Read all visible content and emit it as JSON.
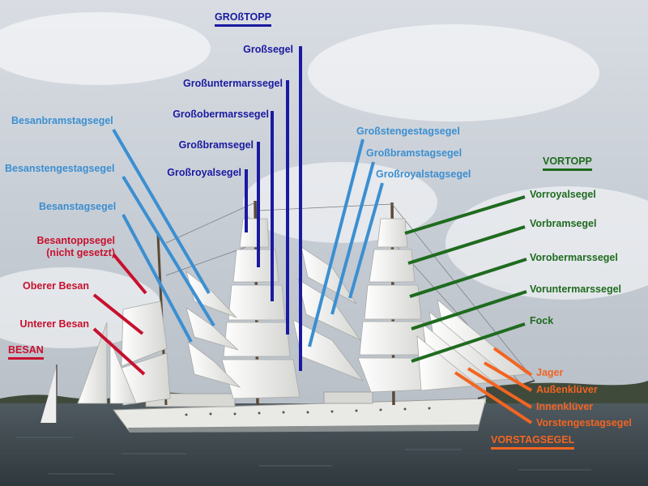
{
  "colors": {
    "grosstopp": "#1a1aa0",
    "besan_light": "#3b8fd1",
    "besan_red": "#c8102e",
    "vortopp": "#1f6b1f",
    "vorstag": "#f26522"
  },
  "headers": {
    "grosstopp": "GROßTOPP",
    "vortopp": "VORTOPP",
    "besan": "BESAN",
    "vorstagsegel": "VORSTAGSEGEL"
  },
  "labels": {
    "grosssegel": "Großsegel",
    "grossuntermarssegel": "Großuntermarssegel",
    "grossobermarssegel": "Großobermarssegel",
    "grossbramsegel": "Großbramsegel",
    "grossroyalsegel": "Großroyalsegel",
    "besanbramstagsegel": "Besanbramstagsegel",
    "besanstengestagsegel": "Besanstengestagsegel",
    "besanstagsegel": "Besanstagsegel",
    "besantoppsegel": "Besantoppsegel",
    "nicht_gesetzt": "(nicht gesetzt)",
    "oberer_besan": "Oberer Besan",
    "unterer_besan": "Unterer Besan",
    "grossstengestagsegel": "Großstengestagsegel",
    "grossbramstagsegel": "Großbramstagsegel",
    "grossroyalstagsegel": "Großroyalstagsegel",
    "vorroyalsegel": "Vorroyalsegel",
    "vorbramsegel": "Vorbramsegel",
    "vorobermarssegel": "Vorobermarssegel",
    "voruntermarssegel": "Voruntermarssegel",
    "fock": "Fock",
    "jager": "Jager",
    "aussenkluever": "Außenklüver",
    "innenkluever": "Innenklüver",
    "vorstengestagsegel": "Vorstengestagsegel"
  }
}
